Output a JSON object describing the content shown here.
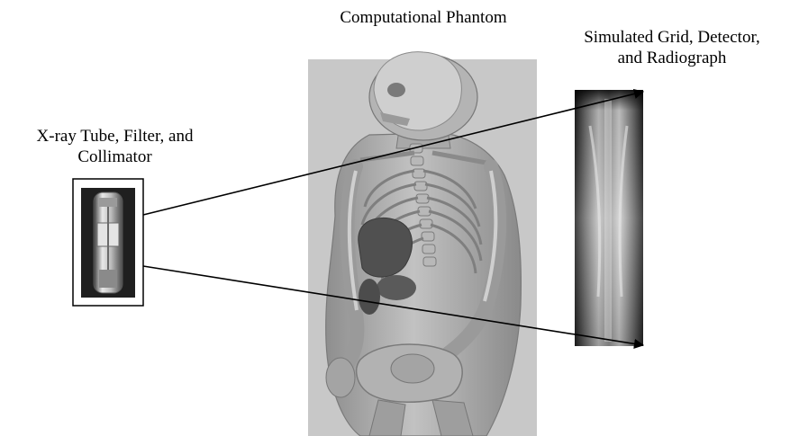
{
  "labels": {
    "phantom": "Computational Phantom",
    "grid_line1": "Simulated Grid, Detector,",
    "grid_line2": "and Radiograph",
    "tube_line1": "X-ray Tube, Filter, and",
    "tube_line2": "Collimator"
  },
  "colors": {
    "phantom_background": "#c8c8c8",
    "body_surface": "#a9a9a9",
    "skeleton": "#8a8a8a",
    "organs": "#505050",
    "radiograph_dark": "#1e1e1e",
    "radiograph_light": "#d8d8d8",
    "arrow": "#000000"
  },
  "icons": {
    "tube": "xray-tube-icon",
    "phantom": "human-phantom-illustration",
    "radiograph": "chest-radiograph-image"
  }
}
